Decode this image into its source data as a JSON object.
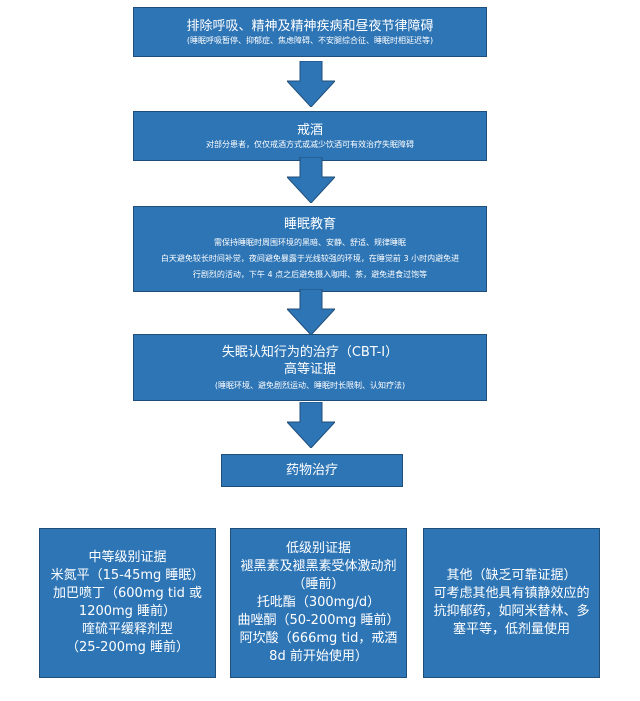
{
  "steps": [
    {
      "title": "排除呼吸、精神及精神疾病和昼夜节律障碍",
      "sub": "(睡眠呼吸暂停、抑郁症、焦虑障碍、不安腿综合征、睡眠时相延迟等)"
    },
    {
      "title": "戒酒",
      "sub": "对部分患者，仅仅戒酒方式或减少饮酒可有效治疗失眠障碍"
    },
    {
      "title": "睡眠教育",
      "lines": [
        "需保持睡眠时周围环境的黑暗、安静、舒适、规律睡眠",
        "白天避免较长时间补觉，夜间避免暴露于光线较强的环境，在睡觉前 3 小时内避免进",
        "行剧烈的活动，下午 4 点之后避免摄入咖啡、茶，避免进食过饱等"
      ]
    },
    {
      "title": "失眠认知行为的治疗（CBT-I）",
      "title2": "高等证据",
      "sub": "(睡眠环境、避免剧烈运动、睡眠时长限制、认知疗法)"
    },
    {
      "title": "药物治疗"
    }
  ],
  "evidence": [
    {
      "heading": "中等级别证据",
      "lines": [
        "米氮平（15-45mg 睡眠）",
        "加巴喷丁（600mg tid 或",
        "1200mg 睡前）",
        "喹硫平缓释剂型",
        "（25-200mg 睡前）"
      ]
    },
    {
      "heading": "低级别证据",
      "lines": [
        "褪黑素及褪黑素受体激动剂",
        "（睡前）",
        "托吡酯（300mg/d）",
        "曲唑酮（50-200mg 睡前）",
        "阿坎酸（666mg tid，戒酒",
        "8d 前开始使用）"
      ]
    },
    {
      "heading": "其他（缺乏可靠证据）",
      "lines": [
        "可考虑其他具有镇静效应的",
        "抗抑郁药，如阿米替林、多",
        "塞平等，低剂量使用"
      ]
    }
  ],
  "colors": {
    "box_fill": "#2e75b6",
    "box_border": "#1f4e79",
    "arrow_fill": "#2e75b6",
    "text": "#ffffff"
  }
}
